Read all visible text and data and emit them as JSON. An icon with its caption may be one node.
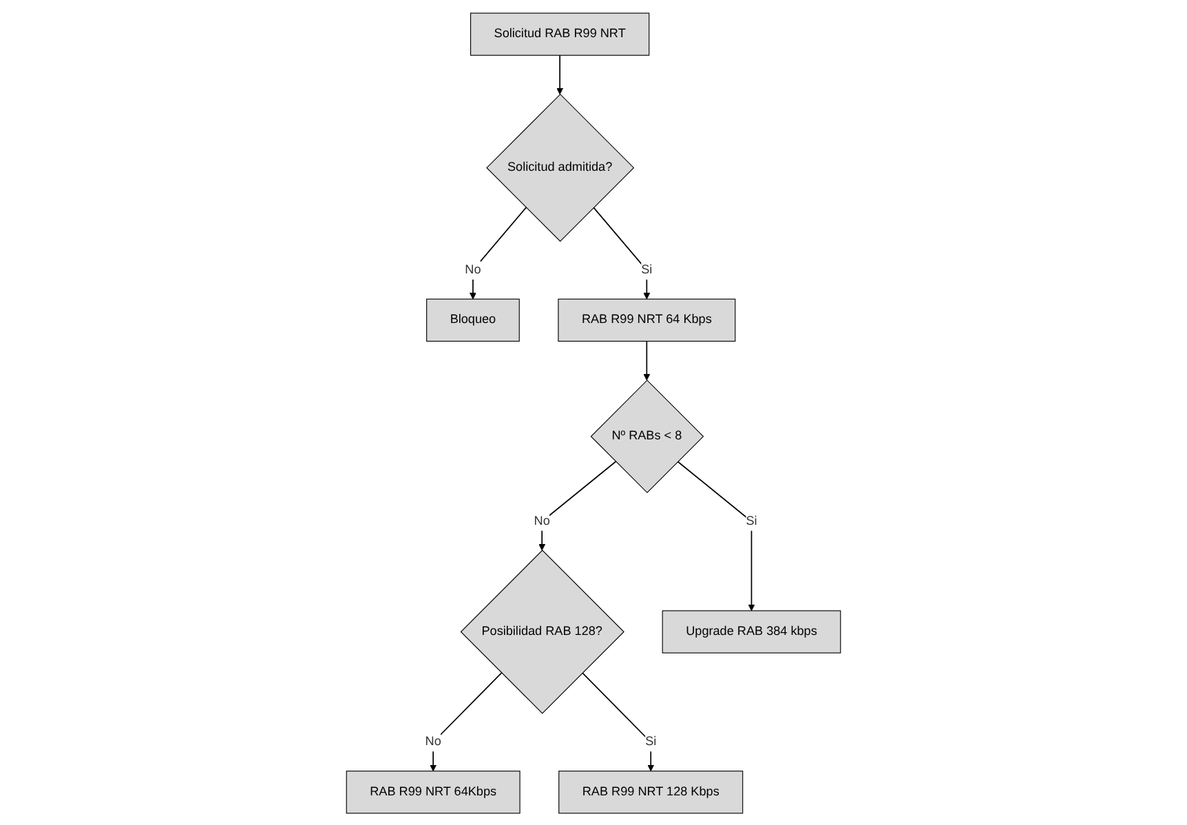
{
  "diagram": {
    "nodes": [
      {
        "text": [
          "Solicitud RAB R99 NRT"
        ]
      },
      {
        "text": [
          "Solicitud admitida?"
        ]
      },
      {
        "text": [
          "Bloqueo"
        ]
      },
      {
        "text": [
          "RAB R99 NRT 64 Kbps"
        ]
      },
      {
        "text": [
          "Nº RABs < 8"
        ]
      },
      {
        "text": [
          "Posibilidad RAB 128?"
        ]
      },
      {
        "text": [
          "RAB R99 NRT 64Kbps"
        ]
      },
      {
        "text": [
          "Upgrade RAB 384 kbps"
        ]
      },
      {
        "text": [
          "RAB R99 NRT 128 Kbps"
        ]
      }
    ],
    "edges": [
      {
        "from": 0,
        "to": 1,
        "arrow": "to"
      },
      {
        "from": 1,
        "to": 2,
        "arrow": "to",
        "label": "No"
      },
      {
        "from": 1,
        "to": 3,
        "arrow": "to",
        "label": "Si"
      },
      {
        "from": 3,
        "to": 4,
        "arrow": "to"
      },
      {
        "from": 4,
        "to": 5,
        "arrow": "to",
        "label": "No"
      },
      {
        "from": 5,
        "to": 6,
        "arrow": "to",
        "label": "No"
      },
      {
        "from": 4,
        "to": 7,
        "arrow": "to",
        "label": "Si"
      },
      {
        "from": 5,
        "to": 8,
        "arrow": "to",
        "label": "Si"
      }
    ]
  }
}
